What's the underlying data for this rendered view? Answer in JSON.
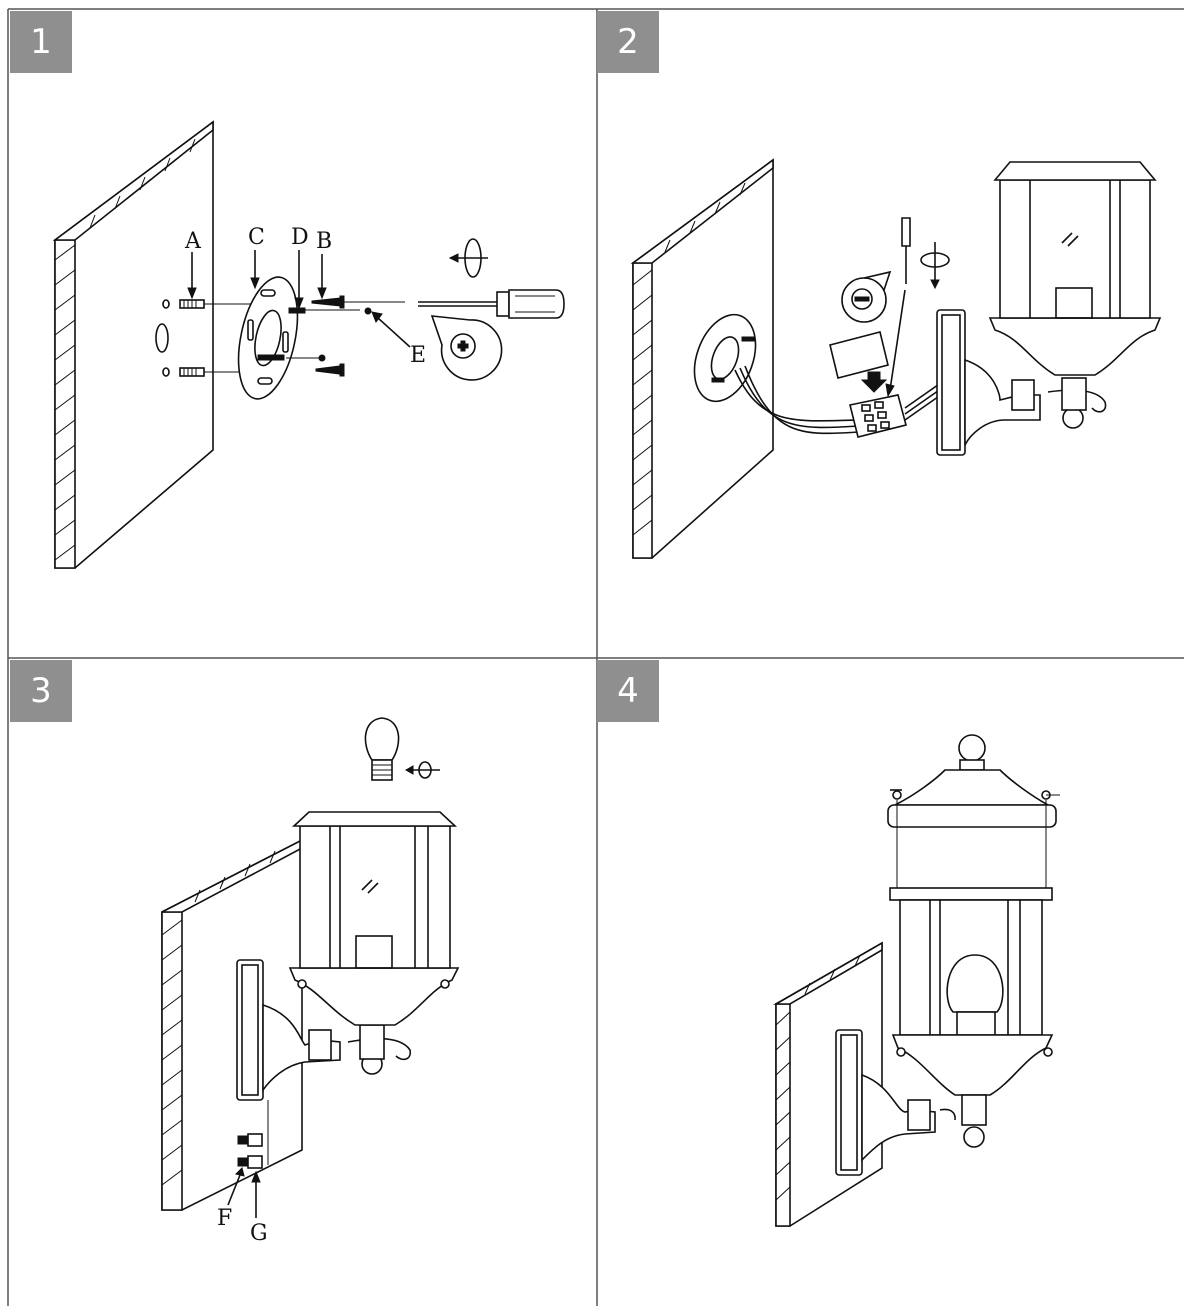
{
  "steps": [
    {
      "number": "1",
      "labels": {
        "A": "A",
        "B": "B",
        "C": "C",
        "D": "D",
        "E": "E"
      }
    },
    {
      "number": "2"
    },
    {
      "number": "3",
      "labels": {
        "F": "F",
        "G": "G"
      }
    },
    {
      "number": "4"
    }
  ],
  "colors": {
    "badge": "#8f8f8f",
    "line": "#111111",
    "border": "#555555"
  },
  "icons": [
    "screwdriver-icon",
    "rotate-icon",
    "phillips-screw-icon",
    "slotted-screw-icon",
    "light-bulb-icon"
  ]
}
